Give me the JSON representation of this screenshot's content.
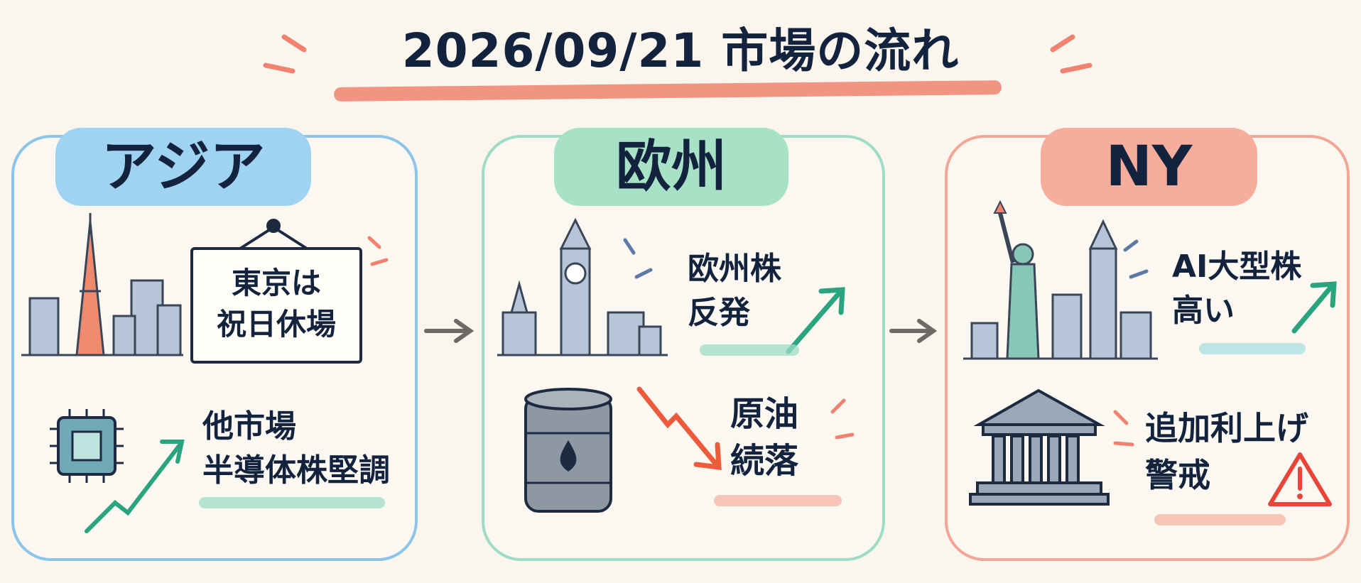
{
  "title": "2026/09/21 市場の流れ",
  "regions": {
    "asia": {
      "label": "アジア",
      "sign_lines": [
        "東京は",
        "祝日休場"
      ],
      "note_lines": [
        "他市場",
        "半導体株堅調"
      ]
    },
    "europe": {
      "label": "欧州",
      "note1_lines": [
        "欧州株",
        "反発"
      ],
      "note2_lines": [
        "原油",
        "続落"
      ]
    },
    "ny": {
      "label": "NY",
      "note1_lines": [
        "AI大型株",
        "高い"
      ],
      "note2_lines": [
        "追加利上げ",
        "警戒"
      ]
    }
  },
  "colors": {
    "asia": "#9fd3f1",
    "europe": "#a7e2c7",
    "ny": "#f6ad9c",
    "up_arrow": "#2aa37f",
    "down_arrow": "#ee5a3c",
    "warning": "#e8453a"
  },
  "icons": [
    "tokyo-tower-icon",
    "chip-icon",
    "big-ben-icon",
    "oil-barrel-icon",
    "statue-of-liberty-icon",
    "bank-building-icon",
    "warning-icon"
  ]
}
